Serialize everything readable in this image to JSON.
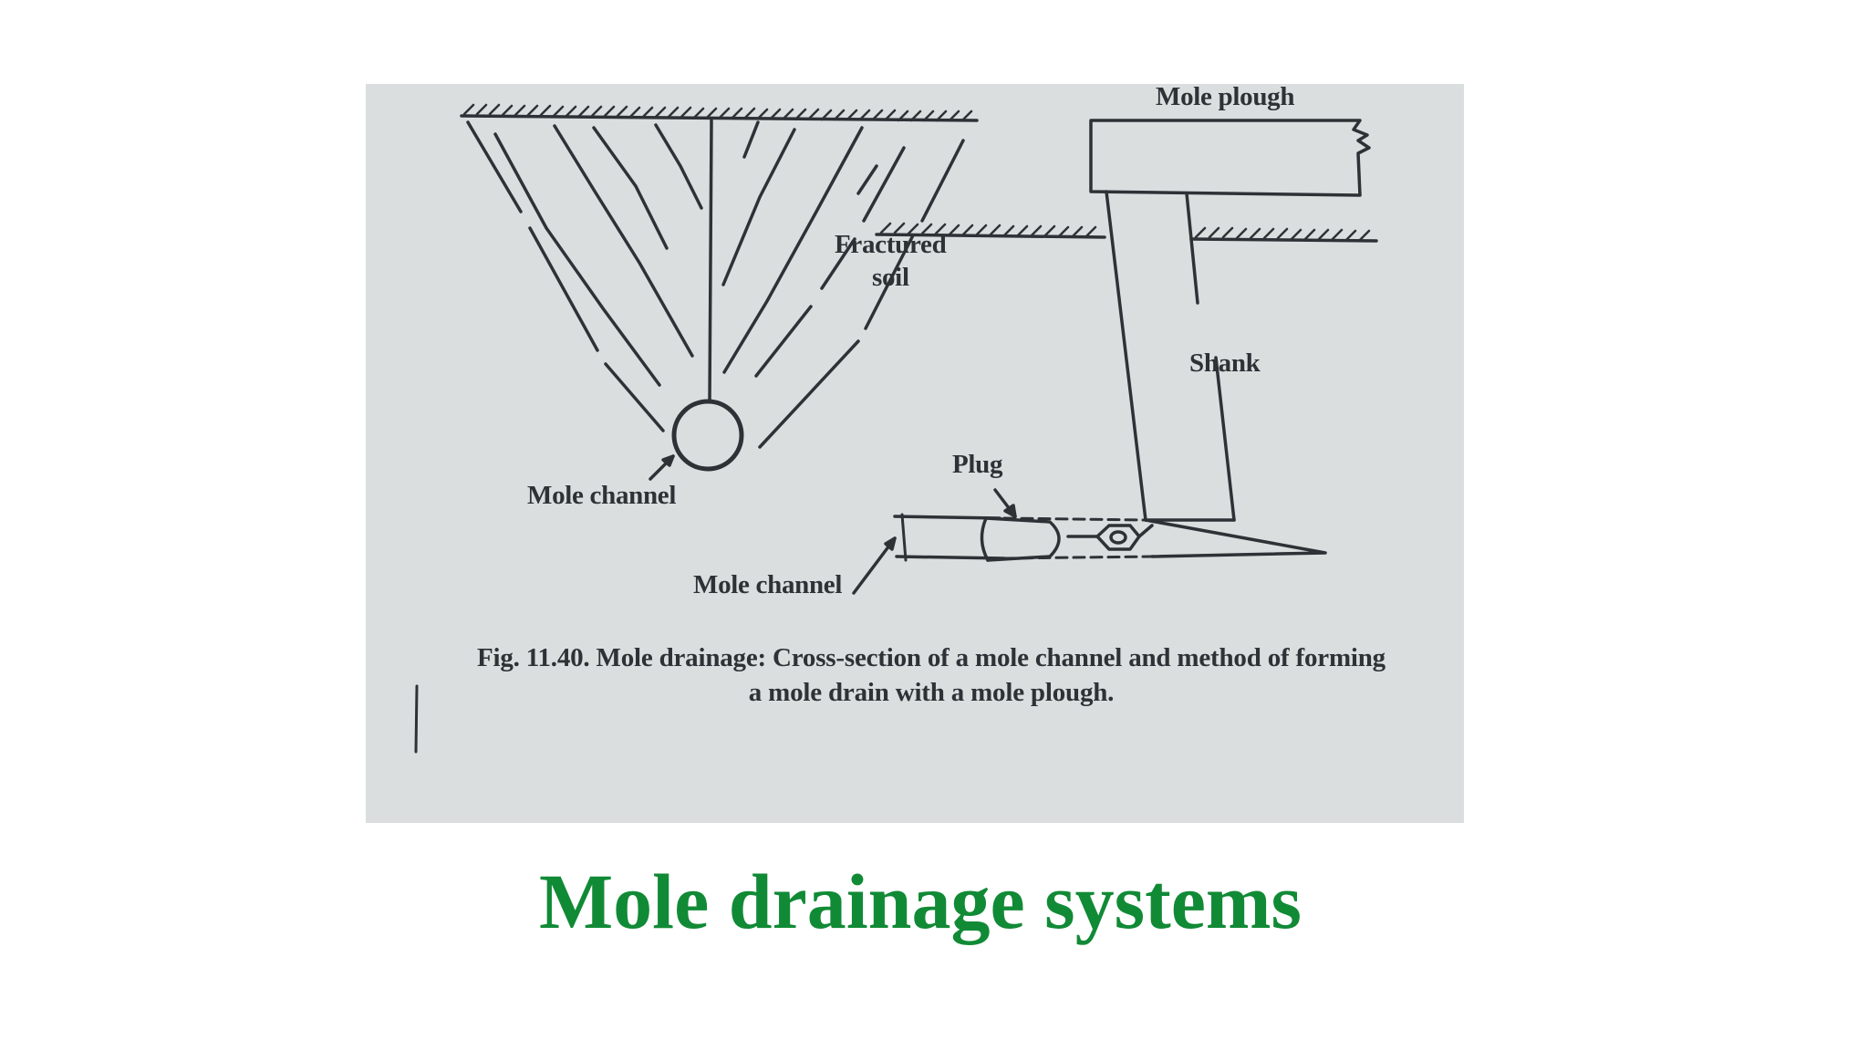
{
  "slide": {
    "title": "Mole drainage systems",
    "title_color": "#118a36"
  },
  "figure": {
    "labels": {
      "fractured_soil_line1": "Fractured",
      "fractured_soil_line2": "soil",
      "mole_channel_left": "Mole channel",
      "mole_plough": "Mole plough",
      "shank": "Shank",
      "plug": "Plug",
      "mole_channel_right": "Mole channel"
    },
    "caption": {
      "line1": "Fig. 11.40. Mole drainage: Cross-section of a mole channel and method of forming",
      "line2": "a mole drain with a mole plough."
    },
    "ink_color": "#2e3236",
    "paper_color": "#dadedf"
  }
}
